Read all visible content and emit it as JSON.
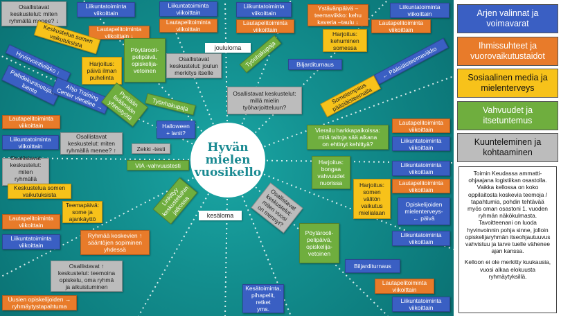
{
  "center": {
    "title": "Hyvän\nmielen\nvuosikello"
  },
  "labels": {
    "joululoma": "joululoma",
    "kesaloma": "kesäloma"
  },
  "legend": [
    {
      "label": "Arjen valinnat ja\nvoimavarat",
      "color": "#3a5fc3"
    },
    {
      "label": "Ihmissuhteet ja\nvuorovaikutustaidot",
      "color": "#e87b2a"
    },
    {
      "label": "Sosiaalinen media ja\nmielenterveys",
      "color": "#f7c21a"
    },
    {
      "label": "Vahvuudet ja\nitsetuntemus",
      "color": "#6fae3e"
    },
    {
      "label": "Kuunteleminen ja\nkohtaaminen",
      "color": "#bcbcbc"
    }
  ],
  "note": {
    "paragraph1": "Toimin Keudassa ammatti-ohjaajana logistiikan osastolla. Vaikka kellossa on koko oppilaitosta koskevia teemoja / tapahtumia, pohdin tehtävää myös oman osastoni 1. vuoden ryhmän näkökulmasta. Tavoitteenani on luoda hyvinvoinnin pohja sinne, jolloin opiskelijaryhmän itseohjautuuvus vahvistuu ja tarve tuelle vähenee ajan kanssa.",
    "paragraph2": "Kelloon ei ole merkitty kuukausia, vuosi alkaa elokuusta ryhmäytyksillä."
  },
  "cards": {
    "c1": "Osallistavat\nkeskustelut: miten\nryhmällä menee? ↓",
    "c2": "Liikuntatoiminta\nviikoittain",
    "c3": "Lautapelitoiminta\nviikoittain ↓",
    "c4": "Liikuntatoiminta\nviikoittain",
    "c5": "Lautapelitoiminta\nviikoittain",
    "c6": "Liikuntatoiminta\nviikoittain",
    "c7": "Lautapelitoiminta\nviikoittain",
    "c8": "Ystävänpäivä –\nteemaviikko: kehu\nkaveria –taulu ↓",
    "c9": "Harjoitus:\nkehuminen\nsomessa",
    "c10": "Liikuntatoiminta\nviikoittain",
    "c11": "Lautapelitoiminta\nviikoittain",
    "c12": "Keskustelua somen\nvaikutuksista",
    "c13": "Pöytärooli-\npelipäivä,\nopiskelija-\nvetoinen",
    "c14": "Osallistavat\nkeskustelut: joulun\nmerkitys itselle",
    "c15": "Hyvinvointiviikko ↓",
    "c16": "Harjoitus:\npäivä ilman\npuhelinta",
    "c17": "Työnhakupaja",
    "c18": "Biljarditurnaus",
    "c19": "← Pääsiäisteemaviikko",
    "c20": "Paihdekuntoutujan\nluento",
    "c21": "Ahjo Training\nCenter vierailee →",
    "c22": "Pyritään\nlisäämään\nyhteistyötä",
    "c23": "Työnhakupaja",
    "c24": "Osallistavat keskustelut:\nmillä mielin\ntyöharjoitteluun?",
    "c25": "Sometempaus\npääsiäisteemalla",
    "c26": "Lautapelitoiminta\nviikoittain",
    "c27": "Halloween\n+ lanit?",
    "c28": "Vierailu harkkapaikoissa:\nmitä taitoja sää aikana\non ehtinyt kehittyä?",
    "c29": "Lautapelitoiminta\nviikoittain",
    "c30": "Liikuntatoiminta\nviikoittain",
    "c31": "Osallistavat\nkeskustelut: miten\nryhmällä menee? ↑",
    "c32": "Zekki -testi",
    "c33": "Liikuntatoiminta\nviikoittain",
    "c34": "Osallistavat\nkeskustelut: miten\nryhmällä menee? ↑",
    "c35": "VIA -vahvuustesti",
    "c36": "Harjoitus:\nbongaa\nvahvuudet\nnuorissa",
    "c37": "Liikuntatoiminta\nviikoittain",
    "c38": "Keskustelua somen\nvaikutuksista",
    "c39": "Linkittyy\nkeskusteluihin\njatkossa",
    "c40": "Lautapelitoiminta\nviikoittain",
    "c41": "Teemapäivä:\nsome ja\najankäyttö",
    "c42": "Osallistavat\nkeskustelut:\nmiten vuosi\non mennyt?",
    "c43": "Harjoitus:\nsomen\nvälitön\nvaikutus\nmielialaan",
    "c44": "Opiskelijoiden\nmielenterveys-\n← päivä",
    "c45": "Lautapelitoiminta\nviikoittain",
    "c46": "Liikuntatoiminta\nviikoittain",
    "c47": "Ryhmää koskevien ↑\nsääntöjen sopiminen\nyhdessä",
    "c48": "Pöytärooli-\npelipäivä,\nopiskelija-\nvetoinen",
    "c49": "Liikuntatoiminta\nviikoittain",
    "c50": "Osallistavat ↑\nkeskustelut: teemoina\nopiskelu, oma ryhmä\nja aikuistuminen",
    "c51": "Biljarditurnaus",
    "c52": "Lautapelitoiminta\nviikoittain",
    "c53": "Uusien opiskelijoiden →\nryhmäytystapahtuma",
    "c54": "Kesätoiminta,\npihapelit, retket\nyms.",
    "c55": "Liikuntatoiminta\nviikoittain"
  }
}
